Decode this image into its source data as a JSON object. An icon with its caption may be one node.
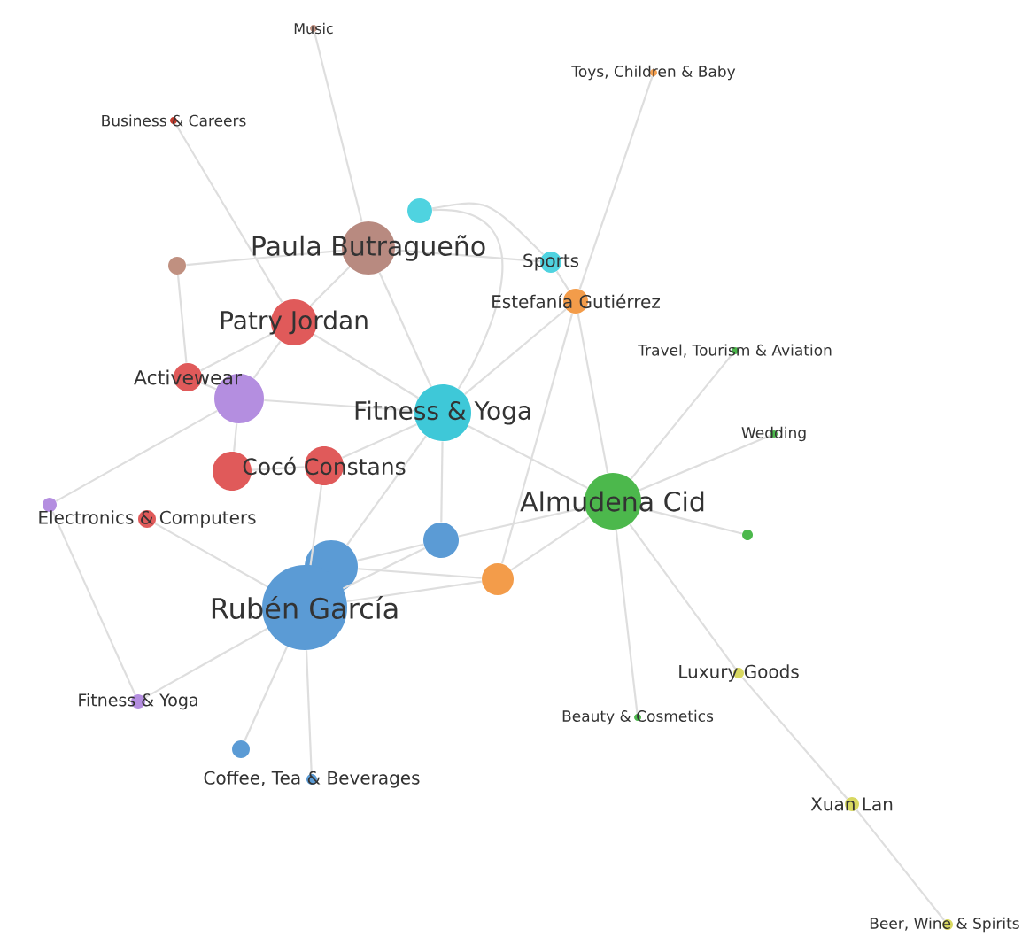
{
  "diagram": {
    "nodes": [
      {
        "text": [
          "Music"
        ]
      },
      {
        "text": [
          "Toys, Children & Baby"
        ]
      },
      {
        "text": [
          "Business & Careers"
        ]
      },
      {
        "text": [],
        "shape": "circle"
      },
      {
        "text": [
          "Paula Butragueño"
        ]
      },
      {
        "text": [],
        "shape": "circle"
      },
      {
        "text": [
          "Sports"
        ]
      },
      {
        "text": [
          "Estefanía Gutiérrez"
        ]
      },
      {
        "text": [
          "Patry Jordan"
        ]
      },
      {
        "text": [
          "Travel, Tourism & Aviation"
        ]
      },
      {
        "text": [
          "Activewear"
        ]
      },
      {
        "text": [],
        "shape": "circle"
      },
      {
        "text": [
          "Fitness & Yoga"
        ]
      },
      {
        "text": [
          "Wedding"
        ]
      },
      {
        "text": [],
        "shape": "circle"
      },
      {
        "text": [
          "Cocó Constans"
        ]
      },
      {
        "text": [
          "Almudena Cid"
        ]
      },
      {
        "text": [],
        "shape": "circle"
      },
      {
        "text": [
          "Electronics & Computers"
        ]
      },
      {
        "text": [],
        "shape": "circle"
      },
      {
        "text": [],
        "shape": "circle"
      },
      {
        "text": [],
        "shape": "circle"
      },
      {
        "text": [],
        "shape": "circle"
      },
      {
        "text": [
          "Rubén García"
        ]
      },
      {
        "text": [
          "Luxury Goods"
        ]
      },
      {
        "text": [
          "Fitness & Yoga"
        ]
      },
      {
        "text": [
          "Beauty & Cosmetics"
        ]
      },
      {
        "text": [],
        "shape": "circle"
      },
      {
        "text": [
          "Coffee, Tea & Beverages"
        ]
      },
      {
        "text": [
          "Xuan Lan"
        ]
      },
      {
        "text": [
          "Beer, Wine & Spirits"
        ]
      }
    ],
    "edges": [
      {
        "from": 0,
        "to": 4,
        "arrow": "none"
      },
      {
        "from": 1,
        "to": 7,
        "arrow": "none"
      },
      {
        "from": 2,
        "to": 8,
        "arrow": "none"
      },
      {
        "from": 3,
        "to": 6,
        "arrow": "none"
      },
      {
        "from": 3,
        "to": 12,
        "arrow": "none"
      },
      {
        "from": 4,
        "to": 5,
        "arrow": "none"
      },
      {
        "from": 4,
        "to": 6,
        "arrow": "none"
      },
      {
        "from": 4,
        "to": 8,
        "arrow": "none"
      },
      {
        "from": 4,
        "to": 12,
        "arrow": "none"
      },
      {
        "from": 6,
        "to": 7,
        "arrow": "none"
      },
      {
        "from": 7,
        "to": 12,
        "arrow": "none"
      },
      {
        "from": 7,
        "to": 16,
        "arrow": "none"
      },
      {
        "from": 7,
        "to": 22,
        "arrow": "none"
      },
      {
        "from": 8,
        "to": 11,
        "arrow": "none"
      },
      {
        "from": 8,
        "to": 10,
        "arrow": "none"
      },
      {
        "from": 8,
        "to": 12,
        "arrow": "none"
      },
      {
        "from": 5,
        "to": 10,
        "arrow": "none"
      },
      {
        "from": 9,
        "to": 16,
        "arrow": "none"
      },
      {
        "from": 13,
        "to": 16,
        "arrow": "none"
      },
      {
        "from": 19,
        "to": 16,
        "arrow": "none"
      },
      {
        "from": 16,
        "to": 26,
        "arrow": "none"
      },
      {
        "from": 16,
        "to": 24,
        "arrow": "none"
      },
      {
        "from": 24,
        "to": 29,
        "arrow": "none"
      },
      {
        "from": 29,
        "to": 30,
        "arrow": "none"
      },
      {
        "from": 12,
        "to": 16,
        "arrow": "none"
      },
      {
        "from": 16,
        "to": 20,
        "arrow": "none"
      },
      {
        "from": 16,
        "to": 22,
        "arrow": "none"
      },
      {
        "from": 11,
        "to": 10,
        "arrow": "none"
      },
      {
        "from": 11,
        "to": 14,
        "arrow": "none"
      },
      {
        "from": 11,
        "to": 17,
        "arrow": "none"
      },
      {
        "from": 11,
        "to": 12,
        "arrow": "none"
      },
      {
        "from": 12,
        "to": 15,
        "arrow": "none"
      },
      {
        "from": 12,
        "to": 20,
        "arrow": "none"
      },
      {
        "from": 12,
        "to": 21,
        "arrow": "none"
      },
      {
        "from": 14,
        "to": 15,
        "arrow": "none"
      },
      {
        "from": 15,
        "to": 23,
        "arrow": "none"
      },
      {
        "from": 18,
        "to": 23,
        "arrow": "none"
      },
      {
        "from": 17,
        "to": 25,
        "arrow": "none"
      },
      {
        "from": 25,
        "to": 23,
        "arrow": "none"
      },
      {
        "from": 20,
        "to": 23,
        "arrow": "none"
      },
      {
        "from": 20,
        "to": 21,
        "arrow": "none"
      },
      {
        "from": 22,
        "to": 23,
        "arrow": "none"
      },
      {
        "from": 22,
        "to": 21,
        "arrow": "none"
      },
      {
        "from": 23,
        "to": 27,
        "arrow": "none"
      },
      {
        "from": 23,
        "to": 28,
        "arrow": "none"
      }
    ]
  }
}
